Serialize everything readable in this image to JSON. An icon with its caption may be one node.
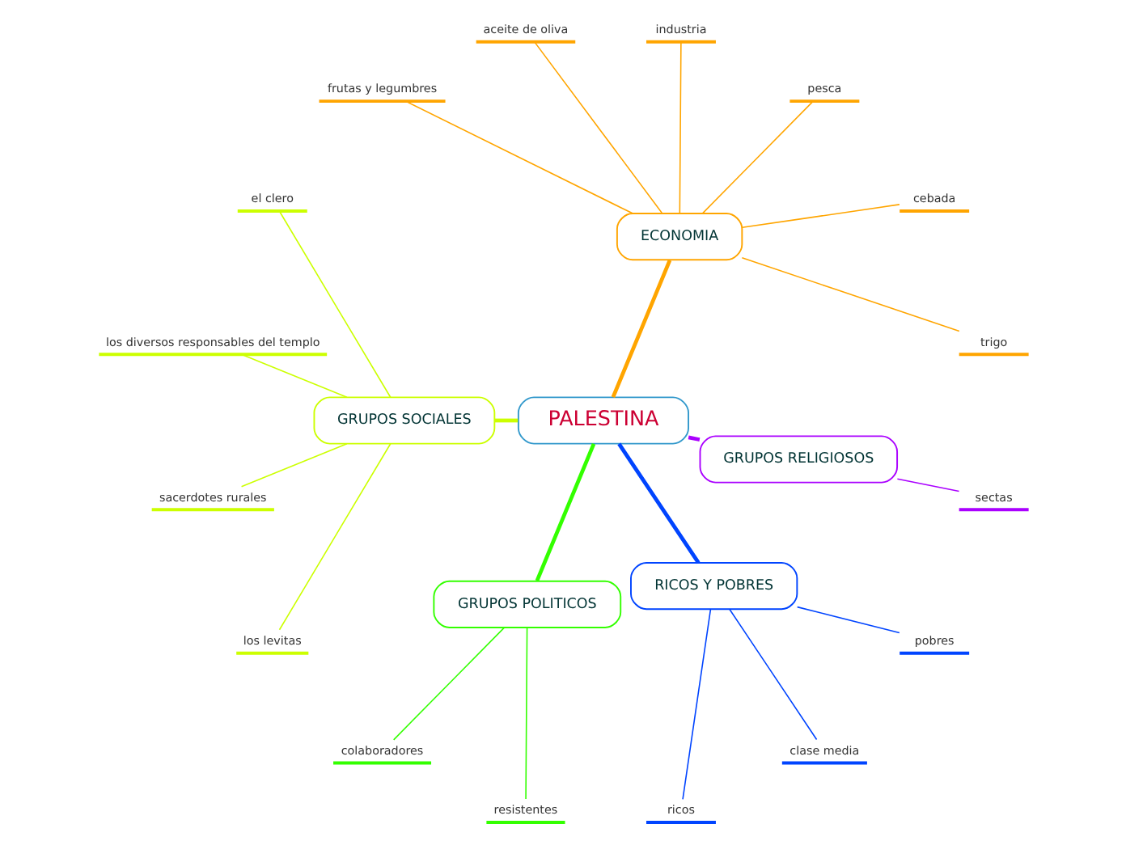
{
  "diagram": {
    "nodes": [
      {
        "text": [
          "PALESTINA"
        ]
      },
      {
        "text": [
          "ECONOMIA"
        ]
      },
      {
        "text": [
          "trigo"
        ]
      },
      {
        "text": [
          "cebada"
        ]
      },
      {
        "text": [
          "pesca"
        ]
      },
      {
        "text": [
          "industria"
        ]
      },
      {
        "text": [
          "aceite de oliva"
        ]
      },
      {
        "text": [
          "frutas y legumbres"
        ]
      },
      {
        "text": [
          "GRUPOS SOCIALES"
        ]
      },
      {
        "text": [
          "el clero"
        ]
      },
      {
        "text": [
          "los diversos responsables del templo"
        ]
      },
      {
        "text": [
          "sacerdotes rurales"
        ]
      },
      {
        "text": [
          "los levitas"
        ]
      },
      {
        "text": [
          "GRUPOS POLITICOS"
        ]
      },
      {
        "text": [
          "colaboradores"
        ]
      },
      {
        "text": [
          "resistentes"
        ]
      },
      {
        "text": [
          "RICOS Y POBRES"
        ]
      },
      {
        "text": [
          "ricos"
        ]
      },
      {
        "text": [
          "clase media"
        ]
      },
      {
        "text": [
          "pobres"
        ]
      },
      {
        "text": [
          "GRUPOS RELIGIOSOS"
        ]
      },
      {
        "text": [
          "sectas"
        ]
      }
    ],
    "edges": [
      {
        "from": 0,
        "to": 1,
        "arrow": "none",
        "style": "thick"
      },
      {
        "from": 1,
        "to": 2,
        "arrow": "none"
      },
      {
        "from": 1,
        "to": 3,
        "arrow": "none"
      },
      {
        "from": 1,
        "to": 4,
        "arrow": "none"
      },
      {
        "from": 1,
        "to": 5,
        "arrow": "none"
      },
      {
        "from": 1,
        "to": 6,
        "arrow": "none"
      },
      {
        "from": 1,
        "to": 7,
        "arrow": "none"
      },
      {
        "from": 0,
        "to": 8,
        "arrow": "none",
        "style": "thick",
        "color": "#ccff00"
      },
      {
        "from": 8,
        "to": 9,
        "arrow": "none",
        "color": "#ccff00"
      },
      {
        "from": 8,
        "to": 10,
        "arrow": "none",
        "color": "#ccff00"
      },
      {
        "from": 8,
        "to": 11,
        "arrow": "none",
        "color": "#ccff00"
      },
      {
        "from": 8,
        "to": 12,
        "arrow": "none",
        "color": "#ccff00"
      },
      {
        "from": 0,
        "to": 13,
        "arrow": "none",
        "style": "thick",
        "color": "#33ff00"
      },
      {
        "from": 13,
        "to": 14,
        "arrow": "none",
        "color": "#33ff00"
      },
      {
        "from": 13,
        "to": 15,
        "arrow": "none",
        "color": "#33ff00"
      },
      {
        "from": 0,
        "to": 16,
        "arrow": "none",
        "style": "thick",
        "color": "#0044ff"
      },
      {
        "from": 16,
        "to": 17,
        "arrow": "none",
        "color": "#0044ff"
      },
      {
        "from": 16,
        "to": 18,
        "arrow": "none",
        "color": "#0044ff"
      },
      {
        "from": 16,
        "to": 19,
        "arrow": "none",
        "color": "#0044ff"
      },
      {
        "from": 0,
        "to": 20,
        "arrow": "none",
        "style": "thick",
        "color": "#aa00ff"
      },
      {
        "from": 20,
        "to": 21,
        "arrow": "none",
        "color": "#aa00ff"
      }
    ]
  }
}
